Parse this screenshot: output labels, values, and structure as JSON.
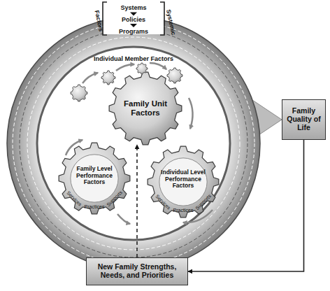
{
  "diagram": {
    "nodes": [
      {
        "text": [
          "Factors",
          "Systemic"
        ]
      },
      {
        "text": [
          "Individual Member Factors"
        ],
        "in": 0
      },
      {
        "text": [
          "Family Unit Factors"
        ],
        "in": 1
      },
      {
        "text": [
          "Family Level Performance Factors",
          "Services",
          "Practices",
          "Supports"
        ],
        "in": 1
      },
      {
        "text": [
          "Individual Level Performance Factors",
          "Services",
          "Practices",
          "Supports"
        ],
        "in": 1
      },
      {
        "text": [
          "Family Quality of Life"
        ]
      },
      {
        "text": [
          "New Family Strengths, Needs, and Priorities"
        ]
      }
    ],
    "edges": [
      {
        "from": 0,
        "to": 5,
        "arrow": "to"
      },
      {
        "from": 5,
        "to": 6,
        "arrow": "to"
      },
      {
        "from": 6,
        "to": 2,
        "arrow": "to"
      }
    ],
    "labels": [
      "Systems",
      "Policies",
      "Programs"
    ]
  }
}
